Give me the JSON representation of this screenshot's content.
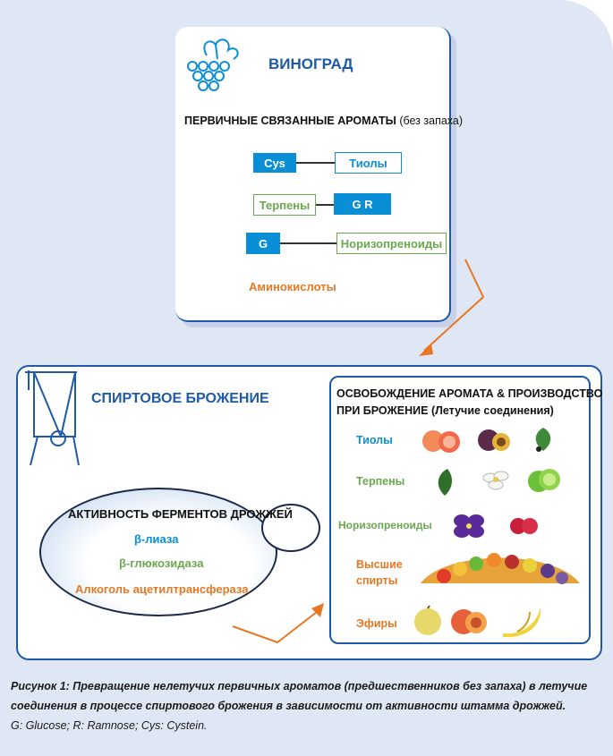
{
  "grape_box": {
    "title": "ВИНОГРАД",
    "subtitle_main": "ПЕРВИЧНЫЕ СВЯЗАННЫЕ АРОМАТЫ",
    "subtitle_paren": "(без запаха)",
    "cys": "Cys",
    "thiols": "Тиолы",
    "terpenes": "Терпены",
    "gr": "G    R",
    "g": "G",
    "norisoprenoids": "Норизопреноиды",
    "amino": "Аминокислоты"
  },
  "fermentation_box": {
    "title": "СПИРТОВОЕ  БРОЖЕНИЕ",
    "enzyme_title": "АКТИВНОСТЬ ФЕРМЕНТОВ ДРОЖЖЕЙ",
    "enzyme1": "β-лиаза",
    "enzyme2": "β-глюкозидаза",
    "enzyme3": "Алкоголь ацетилтрансфераза"
  },
  "release_box": {
    "title_line1": "ОСВОБОЖДЕНИЕ АРОМАТА  &  ПРОИЗВОДСТВО",
    "title_line2": "ПРИ БРОЖЕНИЕ  (Летучие соединения)",
    "rows": [
      {
        "label": "Тиолы",
        "color": "#0a8fd6"
      },
      {
        "label": "Терпены",
        "color": "#6aa84f"
      },
      {
        "label": "Норизопреноиды",
        "color": "#6aa84f"
      },
      {
        "label": "Высшие",
        "label2": "спирты",
        "color": "#e87722"
      },
      {
        "label": "Эфиры",
        "color": "#e87722"
      }
    ]
  },
  "caption": {
    "line1": "Рисунок 1: Превращение нелетучих первичных ароматов (предшественников без запаха) в летучие",
    "line2": "соединения в процессе спиртового брожения в зависимости от активности штамма дрожжей.",
    "line3": "G:  Glucose;  R:  Ramnose;  Cys:  Cystein."
  },
  "colors": {
    "brand_blue": "#1e5aa8",
    "cyan": "#0a8fd6",
    "green": "#6aa84f",
    "orange": "#e87722",
    "background": "#dfe6f4"
  }
}
